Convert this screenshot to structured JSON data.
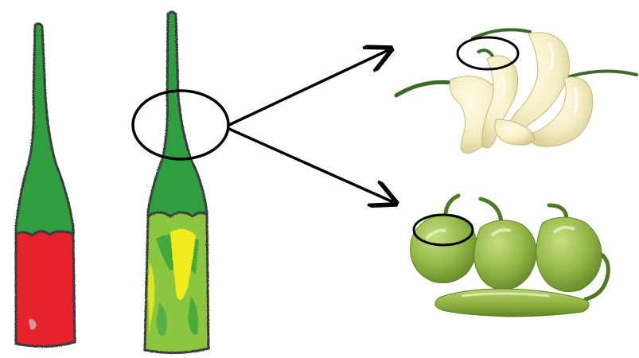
{
  "figure": {
    "panels": [
      {
        "id": "red-pepper-sketch",
        "colors": [
          "#2e9e3f",
          "#e8202a"
        ]
      },
      {
        "id": "green-yellow-pepper-sketch",
        "colors": [
          "#2e9e3f",
          "#f2ec1a",
          "#8cc63f"
        ]
      },
      {
        "id": "cream-peppers-photo",
        "colors": [
          "#f6f0c8",
          "#3a6b2a"
        ]
      },
      {
        "id": "green-peppers-photo",
        "colors": [
          "#8db43c",
          "#4d7a22"
        ]
      }
    ],
    "arrows": [
      {
        "from": "green-yellow-pepper-sketch",
        "to": "cream-peppers-photo"
      },
      {
        "from": "green-yellow-pepper-sketch",
        "to": "green-peppers-photo"
      }
    ],
    "highlights": [
      "stem-region-sketch",
      "stem-region-cream",
      "stem-region-green"
    ]
  }
}
